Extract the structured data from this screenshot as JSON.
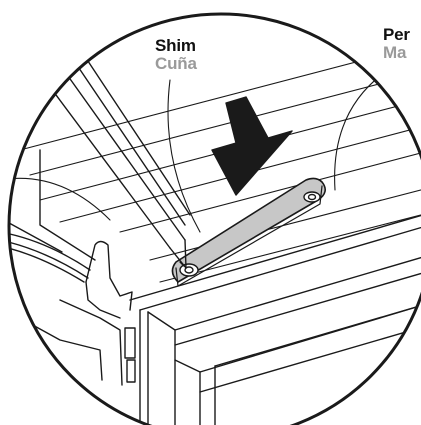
{
  "labels": {
    "shim": {
      "english": "Shim",
      "spanish": "Cuña"
    },
    "pen": {
      "english": "Per",
      "spanish": "Ma"
    }
  },
  "colors": {
    "line": "#1a1a1a",
    "shim_fill": "#c7c7c7",
    "arrow_fill": "#1a1a1a",
    "spanish_text": "#9a9a9a"
  },
  "icons": [
    "pencil-icon",
    "down-arrow-icon",
    "shim-icon",
    "screw-icon"
  ]
}
